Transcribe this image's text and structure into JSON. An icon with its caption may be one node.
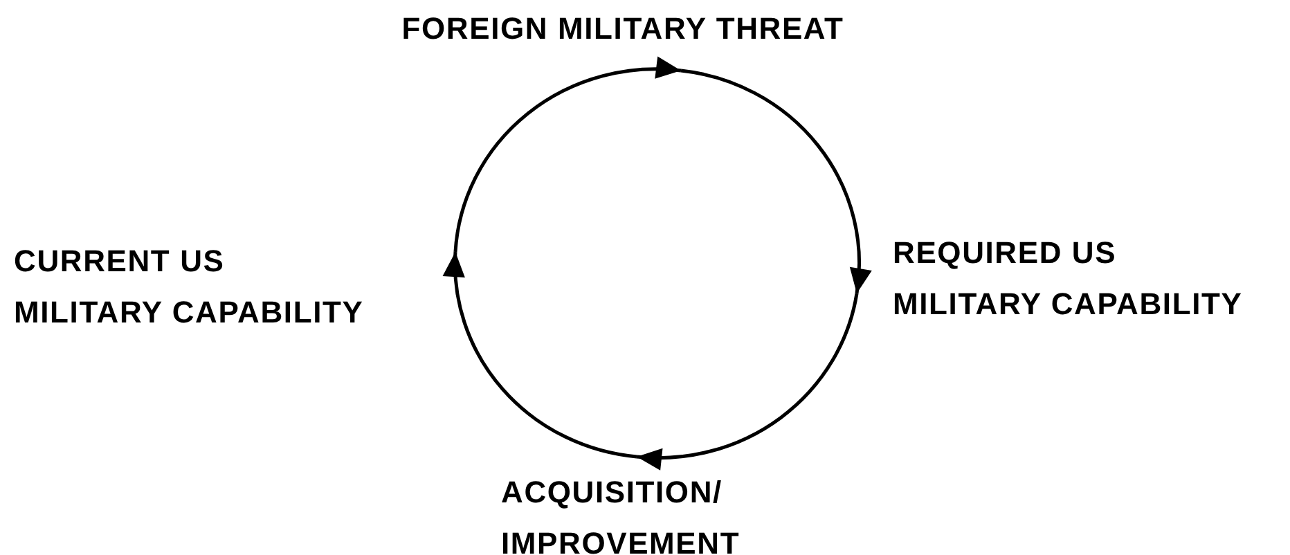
{
  "diagram": {
    "nodes": [
      {
        "text": [
          "FOREIGN MILITARY THREAT"
        ]
      },
      {
        "text": [
          "REQUIRED US MILITARY CAPABILITY"
        ]
      },
      {
        "text": [
          "ACQUISITION/ IMPROVEMENT"
        ]
      },
      {
        "text": [
          "CURRENT US MILITARY CAPABILITY"
        ]
      }
    ],
    "edges": [
      {
        "from": 0,
        "to": 1,
        "arrow": "to"
      },
      {
        "from": 1,
        "to": 2,
        "arrow": "to"
      },
      {
        "from": 2,
        "to": 3,
        "arrow": "to"
      },
      {
        "from": 3,
        "to": 0,
        "arrow": "to"
      }
    ]
  }
}
